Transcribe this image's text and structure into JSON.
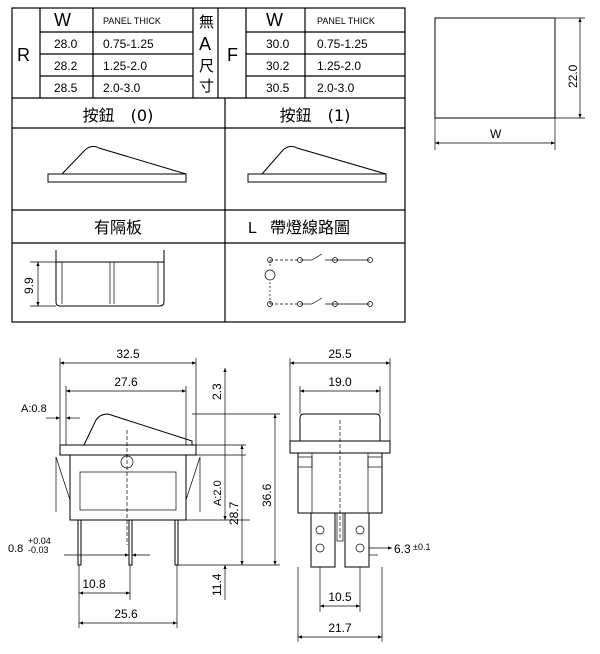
{
  "spec_table": {
    "r_block": {
      "letter": "R",
      "w_header": "W",
      "panel_header": "PANEL THICK",
      "rows": [
        {
          "w": "28.0",
          "panel": "0.75-1.25"
        },
        {
          "w": "28.2",
          "panel": "1.25-2.0"
        },
        {
          "w": "28.5",
          "panel": "2.0-3.0"
        }
      ]
    },
    "middle_label": [
      "無",
      "A",
      "尺",
      "寸"
    ],
    "f_block": {
      "letter": "F",
      "w_header": "W",
      "panel_header": "PANEL THICK",
      "rows": [
        {
          "w": "30.0",
          "panel": "0.75-1.25"
        },
        {
          "w": "30.2",
          "panel": "1.25-2.0"
        },
        {
          "w": "30.5",
          "panel": "2.0-3.0"
        }
      ]
    },
    "button_0_title": "按鈕　(0)",
    "button_1_title": "按鈕　(1)",
    "partition_title": "有隔板",
    "lamp_title_letter": "L",
    "lamp_title": "帶燈線路圖",
    "partition_height": "9.9"
  },
  "panel_cutout": {
    "height_label": "22.0",
    "width_label": "W"
  },
  "front_view": {
    "dim_overall_width": "32.5",
    "dim_inner_width": "27.6",
    "dim_a_offset": "A:0.8",
    "dim_top_gap": "2.3",
    "dim_a_height": "A:2.0",
    "dim_body_height": "28.7",
    "dim_total_height": "36.6",
    "dim_terminal_length": "11.4",
    "dim_terminal_thickness": "0.8",
    "tol_plus": "+0.04",
    "tol_minus": "-0.03",
    "dim_pin_spacing": "10.8",
    "dim_base_width": "25.6"
  },
  "side_view": {
    "dim_overall_width": "25.5",
    "dim_inner_width": "19.0",
    "dim_terminal_width": "6.3",
    "dim_terminal_tol": "±0.1",
    "dim_pin_spacing": "10.5",
    "dim_base_width": "21.7"
  }
}
